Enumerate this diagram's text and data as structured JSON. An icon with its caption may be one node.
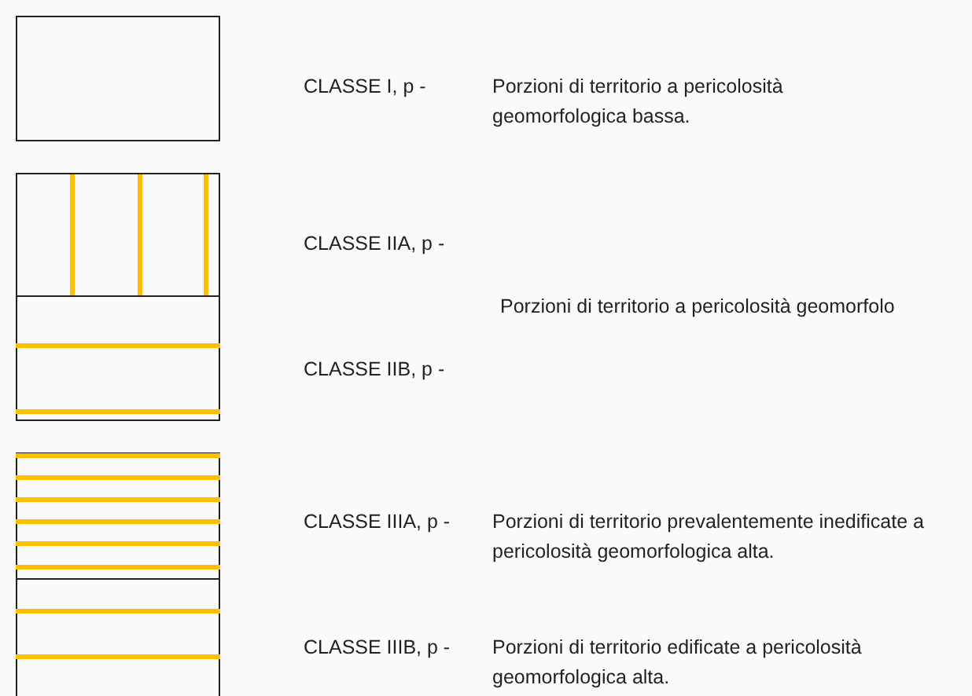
{
  "diagram": {
    "labels": [
      "CLASSE I, p -",
      "Porzioni di territorio a pericolosità geomorfologica bassa.",
      "CLASSE IIA, p -",
      "Porzioni di territorio a pericolosità geomorfolo",
      "CLASSE IIB, p -",
      "CLASSE IIIA, p -",
      "Porzioni di territorio prevalentemente inedificate a pericolosità geomorfologica alta.",
      "CLASSE IIIB, p -",
      "Porzioni di territorio edificate a pericolosità geomorfologica alta."
    ]
  }
}
